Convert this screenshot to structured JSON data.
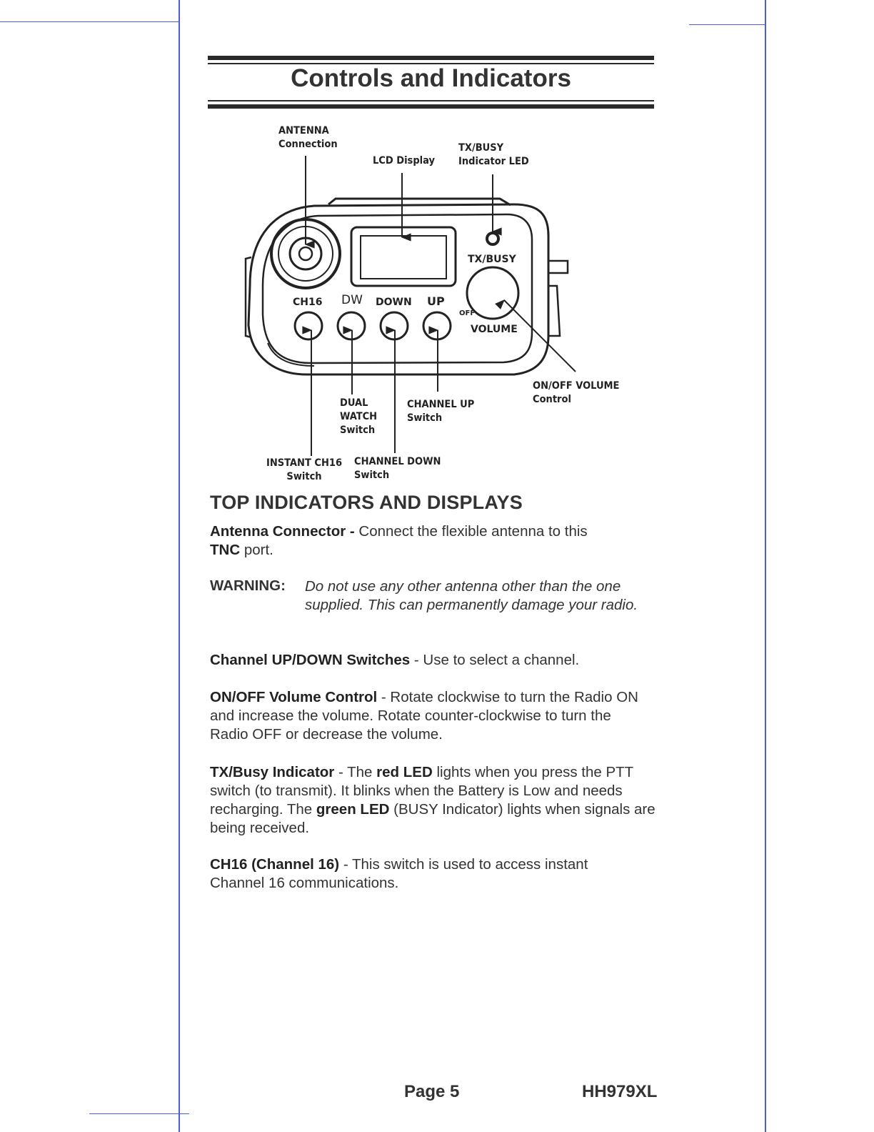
{
  "title": "Controls and Indicators",
  "callouts": {
    "antenna": [
      "ANTENNA",
      "Connection"
    ],
    "lcd": [
      "LCD Display"
    ],
    "txbusy": [
      "TX/BUSY",
      "Indicator LED"
    ],
    "onoff": [
      "ON/OFF VOLUME",
      "Control"
    ],
    "dualwatch": [
      "DUAL",
      "WATCH",
      "Switch"
    ],
    "chup": [
      "CHANNEL UP",
      "Switch"
    ],
    "instant": [
      "INSTANT CH16",
      "Switch"
    ],
    "chdown": [
      "CHANNEL DOWN",
      "Switch"
    ]
  },
  "radio_labels": {
    "ch16": "CH16",
    "dw": "DW",
    "down": "DOWN",
    "up": "UP",
    "txbusy": "TX/BUSY",
    "off": "OFF",
    "volume": "VOLUME"
  },
  "section_heading": "TOP INDICATORS AND DISPLAYS",
  "antenna": {
    "term": "Antenna Connector -",
    "text": " Connect the flexible antenna to this ",
    "term2": "TNC",
    "text2": " port."
  },
  "warning": {
    "label": "WARNING:",
    "text": "Do not use any other antenna other than the one supplied. This can permanently damage your radio."
  },
  "channel": {
    "term": "Channel UP/DOWN Switches",
    "text": "  - Use to select a channel."
  },
  "onoff": {
    "term": "ON/OFF Volume Control",
    "text": " - Rotate clockwise to turn the Radio ON and increase the volume.  Rotate counter-clockwise to turn the Radio OFF or decrease the volume."
  },
  "txbusy": {
    "term": "TX/Busy Indicator",
    "text1": " - The ",
    "red": "red LED",
    "text2": " lights when you press the PTT switch (to transmit).  It blinks when the Battery is Low and needs recharging. The ",
    "green": "green LED",
    "text3": " (BUSY Indicator) lights when signals are being received."
  },
  "ch16": {
    "term": "CH16 (Channel 16)",
    "text": " - This switch is used to access instant Channel 16 communications."
  },
  "footer": {
    "page": "Page 5",
    "model": "HH979XL"
  }
}
